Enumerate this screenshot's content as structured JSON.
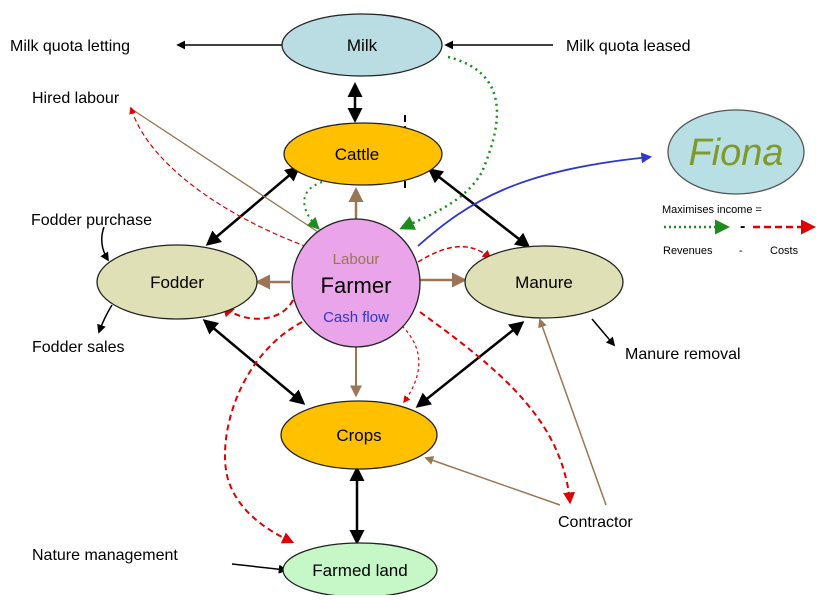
{
  "nodes": {
    "milk": "Milk",
    "cattle": "Cattle",
    "fodder": "Fodder",
    "manure": "Manure",
    "crops": "Crops",
    "farmed_land": "Farmed land",
    "farmer": "Farmer",
    "farmer_labour": "Labour",
    "farmer_cash_flow": "Cash flow"
  },
  "labels": {
    "milk_quota_letting": "Milk quota letting",
    "milk_quota_leased": "Milk quota leased",
    "hired_labour": "Hired labour",
    "fodder_purchase": "Fodder purchase",
    "fodder_sales": "Fodder sales",
    "manure_removal": "Manure removal",
    "contractor": "Contractor",
    "nature_management": "Nature management"
  },
  "fiona": {
    "logo_text": "Fiona",
    "maximises": "Maximises income =",
    "minus_symbol": "-",
    "revenues": "Revenues",
    "minus_label": "-",
    "costs": "Costs"
  },
  "colors": {
    "milk_fill": "#b9dde3",
    "node_fill_yellow": "#ffc000",
    "node_fill_khaki": "#e0e0b6",
    "farmer_fill": "#e9a4ea",
    "farmed_land_fill": "#c6f7c6",
    "fiona_fill": "#b7dfe4",
    "labour_arrow": "#9b7554",
    "revenue_green": "#1e8c1e",
    "cost_red": "#e00000",
    "cash_flow_blue": "#2f38c8",
    "black": "#000000"
  }
}
